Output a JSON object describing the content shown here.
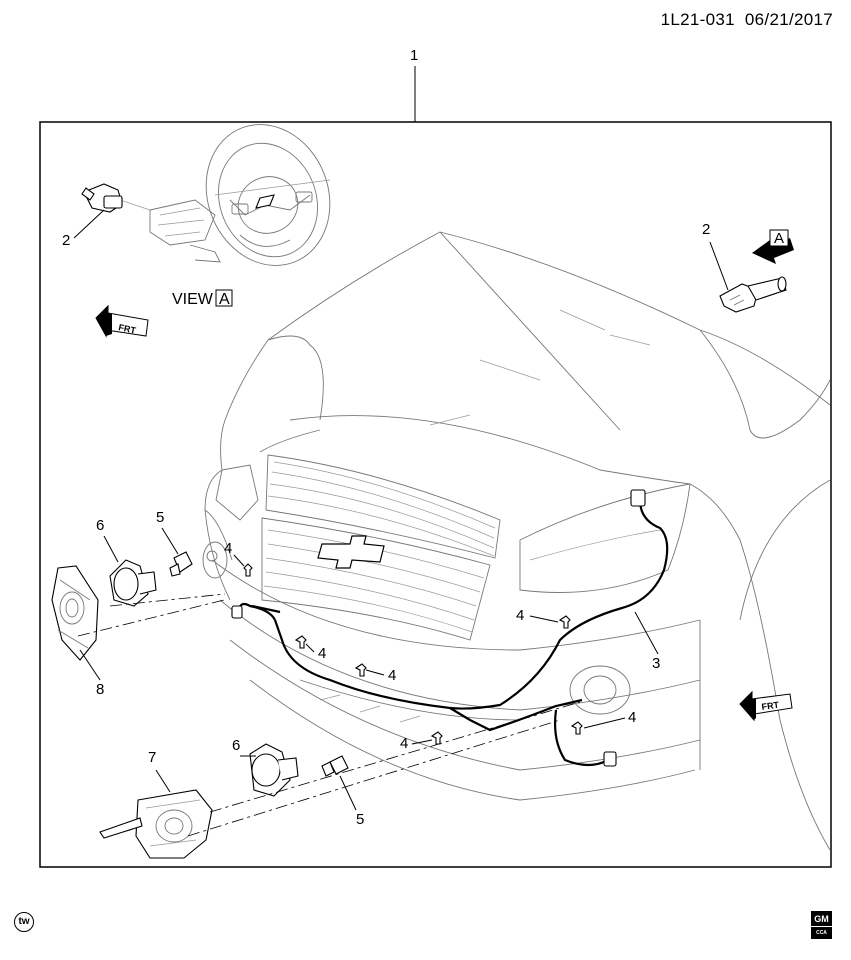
{
  "header": {
    "code": "1L21-031",
    "date": "06/21/2017"
  },
  "view_label": {
    "text": "VIEW",
    "ref": "A"
  },
  "direction_marker": "FRT",
  "callouts": {
    "c1": "1",
    "c2a": "2",
    "c2b": "2",
    "c3": "3",
    "c4a": "4",
    "c4b": "4",
    "c4c": "4",
    "c4d": "4",
    "c4e": "4",
    "c4f": "4",
    "c5a": "5",
    "c5b": "5",
    "c6a": "6",
    "c6b": "6",
    "c7": "7",
    "c8": "8"
  },
  "corner_marks": {
    "tw": "tw",
    "gm": "GM",
    "gm_sub": "CCA"
  }
}
